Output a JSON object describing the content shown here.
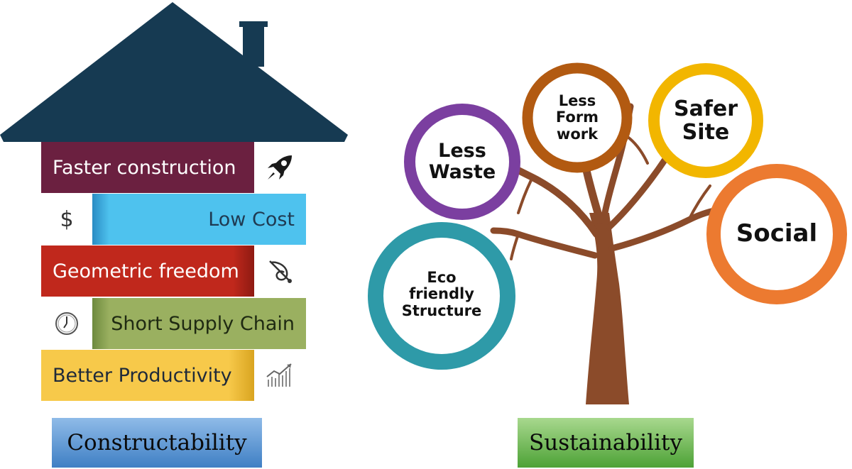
{
  "constructability": {
    "bands": [
      {
        "label": "Faster construction",
        "icon": "rocket-icon"
      },
      {
        "label": "Low Cost",
        "icon": "dollar-icon"
      },
      {
        "label": "Geometric freedom",
        "icon": "curve-tool-icon"
      },
      {
        "label": "Short Supply Chain",
        "icon": "clock-icon"
      },
      {
        "label": "Better Productivity",
        "icon": "bar-chart-icon"
      }
    ],
    "dollar_symbol": "$",
    "caption": "Constructability"
  },
  "sustainability": {
    "circles": [
      {
        "label": "Less Waste",
        "color": "#7b3fa0"
      },
      {
        "label": "Less Form work",
        "color": "#b25a11"
      },
      {
        "label": "Safer Site",
        "color": "#f2b600"
      },
      {
        "label": "Social",
        "color": "#ec7a30"
      },
      {
        "label": "Eco friendly Structure",
        "color": "#2e9aa8"
      }
    ],
    "caption": "Sustainability"
  },
  "colors": {
    "roof": "#163a52",
    "faster": "#6b2040",
    "lowcost": "#4ec2ee",
    "geometric": "#c0281c",
    "supply": "#9ab060",
    "productivity": "#f7c94a",
    "tree": "#8b4b2a",
    "caption_blue": "#4f8ed0",
    "caption_green": "#6ab84b"
  }
}
